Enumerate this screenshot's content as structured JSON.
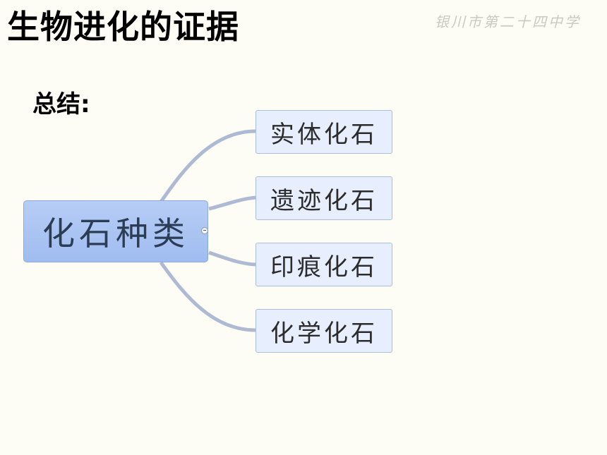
{
  "title": "生物进化的证据",
  "watermark": "银川市第二十四中学",
  "summary_label": "总结:",
  "mindmap": {
    "root": "化石种类",
    "children": [
      "实体化石",
      "遗迹化石",
      "印痕化石",
      "化学化石"
    ]
  },
  "colors": {
    "background": "#fdfdf5",
    "root_fill": "#a8c2f2",
    "child_fill": "#e7efff",
    "connector": "#aebad3"
  }
}
